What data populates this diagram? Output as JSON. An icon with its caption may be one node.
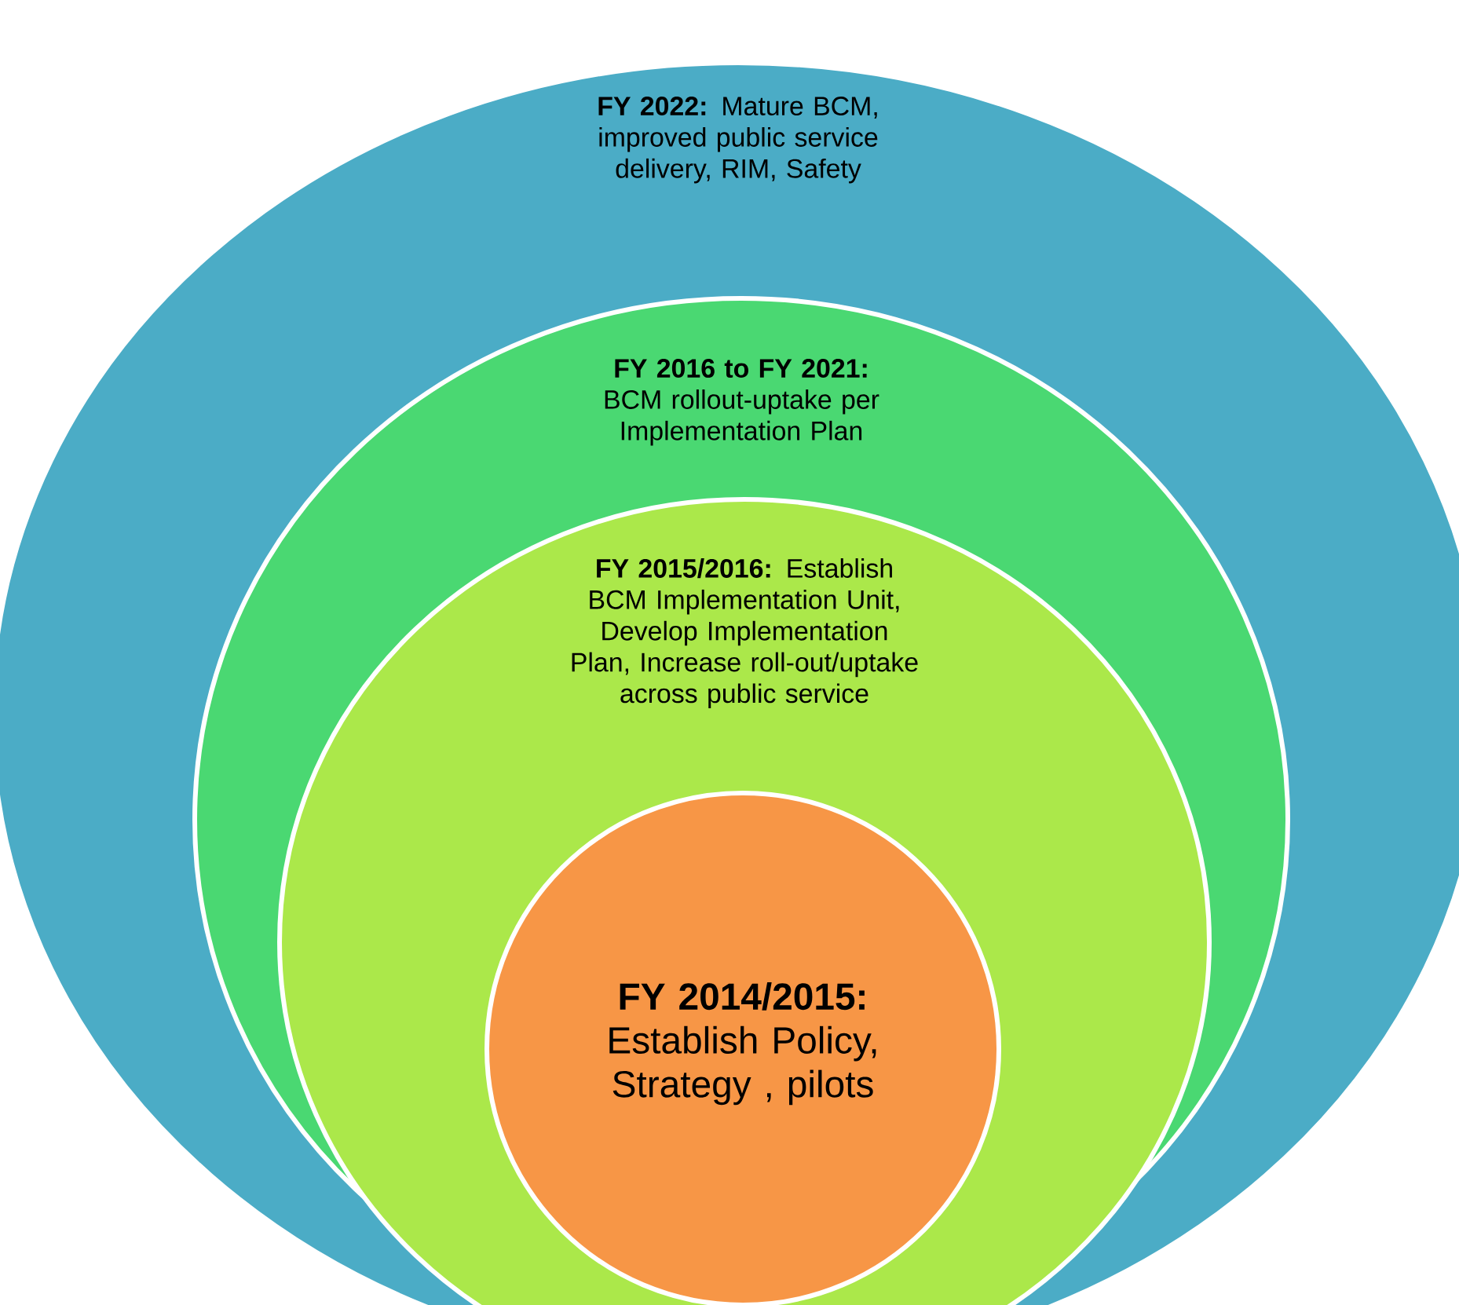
{
  "diagram": {
    "nodes": [
      {
        "text": [
          "FY 2022:",
          "Mature BCM, improved public service delivery, RIM, Safety"
        ]
      },
      {
        "text": [
          "FY 2016 to FY 2021:",
          "BCM rollout-uptake per Implementation Plan"
        ],
        "in": 0
      },
      {
        "text": [
          "FY 2015/2016:",
          "Establish BCM Implementation Unit, Develop Implementation Plan, Increase roll-out/uptake across public service"
        ],
        "in": 1
      },
      {
        "text": [
          "FY 2014/2015:",
          "Establish Policy, Strategy , pilots"
        ],
        "in": 2
      }
    ]
  }
}
